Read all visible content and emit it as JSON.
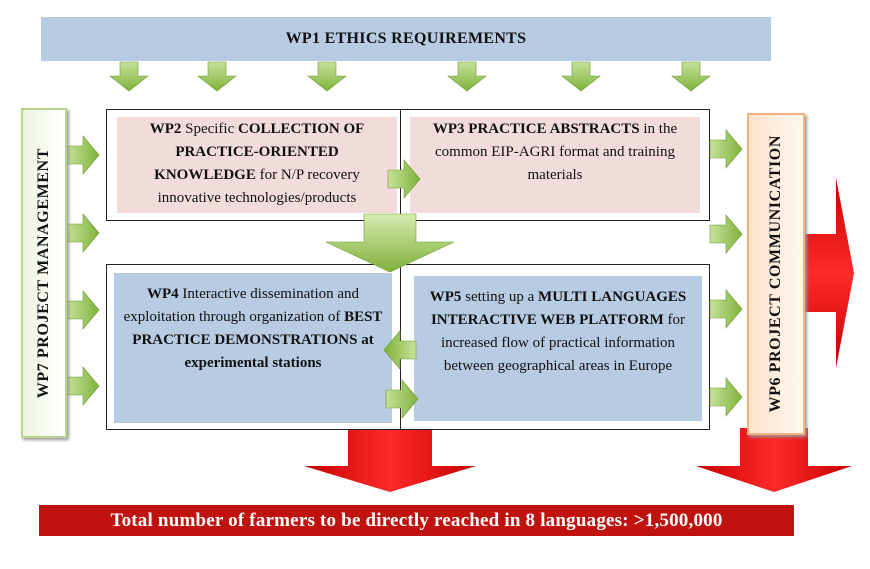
{
  "wp1": {
    "label": "WP1 ETHICS REQUIREMENTS"
  },
  "wp2": {
    "p1": "WP2",
    "p2": " Specific ",
    "p3": "COLLECTION OF PRACTICE-ORIENTED KNOWLEDGE",
    "p4": " for N/P recovery innovative technologies/products"
  },
  "wp3": {
    "p1": "WP3 PRACTICE ABSTRACTS",
    "p2": " in the common EIP-AGRI format and training materials"
  },
  "wp4": {
    "p1": "WP4",
    "p2": " Interactive dissemination and exploitation through organization of ",
    "p3": "BEST PRACTICE DEMONSTRATIONS at experimental stations"
  },
  "wp5": {
    "p1": "WP5",
    "p2": " setting up a ",
    "p3": "MULTI LANGUAGES INTERACTIVE WEB PLATFORM",
    "p4": " for increased flow of practical information between geographical areas in Europe"
  },
  "wp6": {
    "label": "WP6 PROJECT COMMUNICATION"
  },
  "wp7": {
    "label": "WP7 PROJECT MANAGEMENT"
  },
  "footer": {
    "label": "Total number of farmers to be directly reached in 8 languages: >1,500,000"
  },
  "colors": {
    "green_arrow": "#8fbf4a",
    "red_arrow": "#e01010",
    "footer_bg": "#c0120f"
  }
}
